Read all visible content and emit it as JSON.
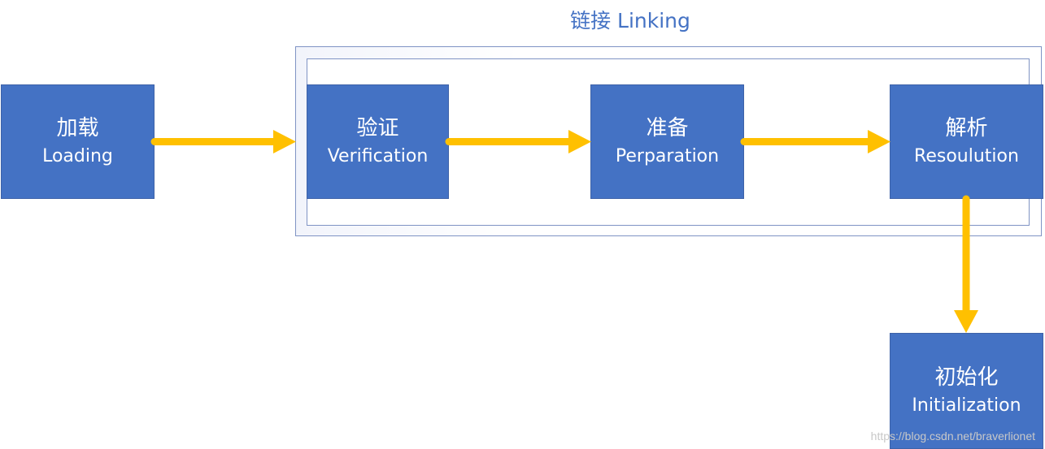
{
  "colors": {
    "box_fill": "#4472c4",
    "box_text": "#ffffff",
    "arrow": "#ffc000",
    "group_title": "#4472c4",
    "group_border": "#7f93c4"
  },
  "group": {
    "title": "链接 Linking"
  },
  "stages": {
    "loading": {
      "zh": "加载",
      "en": "Loading"
    },
    "verification": {
      "zh": "验证",
      "en": "Verification"
    },
    "preparation": {
      "zh": "准备",
      "en": "Perparation"
    },
    "resolution": {
      "zh": "解析",
      "en": "Resoulution"
    },
    "initialization": {
      "zh": "初始化",
      "en": "Initialization"
    }
  },
  "watermark": "https://blog.csdn.net/braverlionet"
}
